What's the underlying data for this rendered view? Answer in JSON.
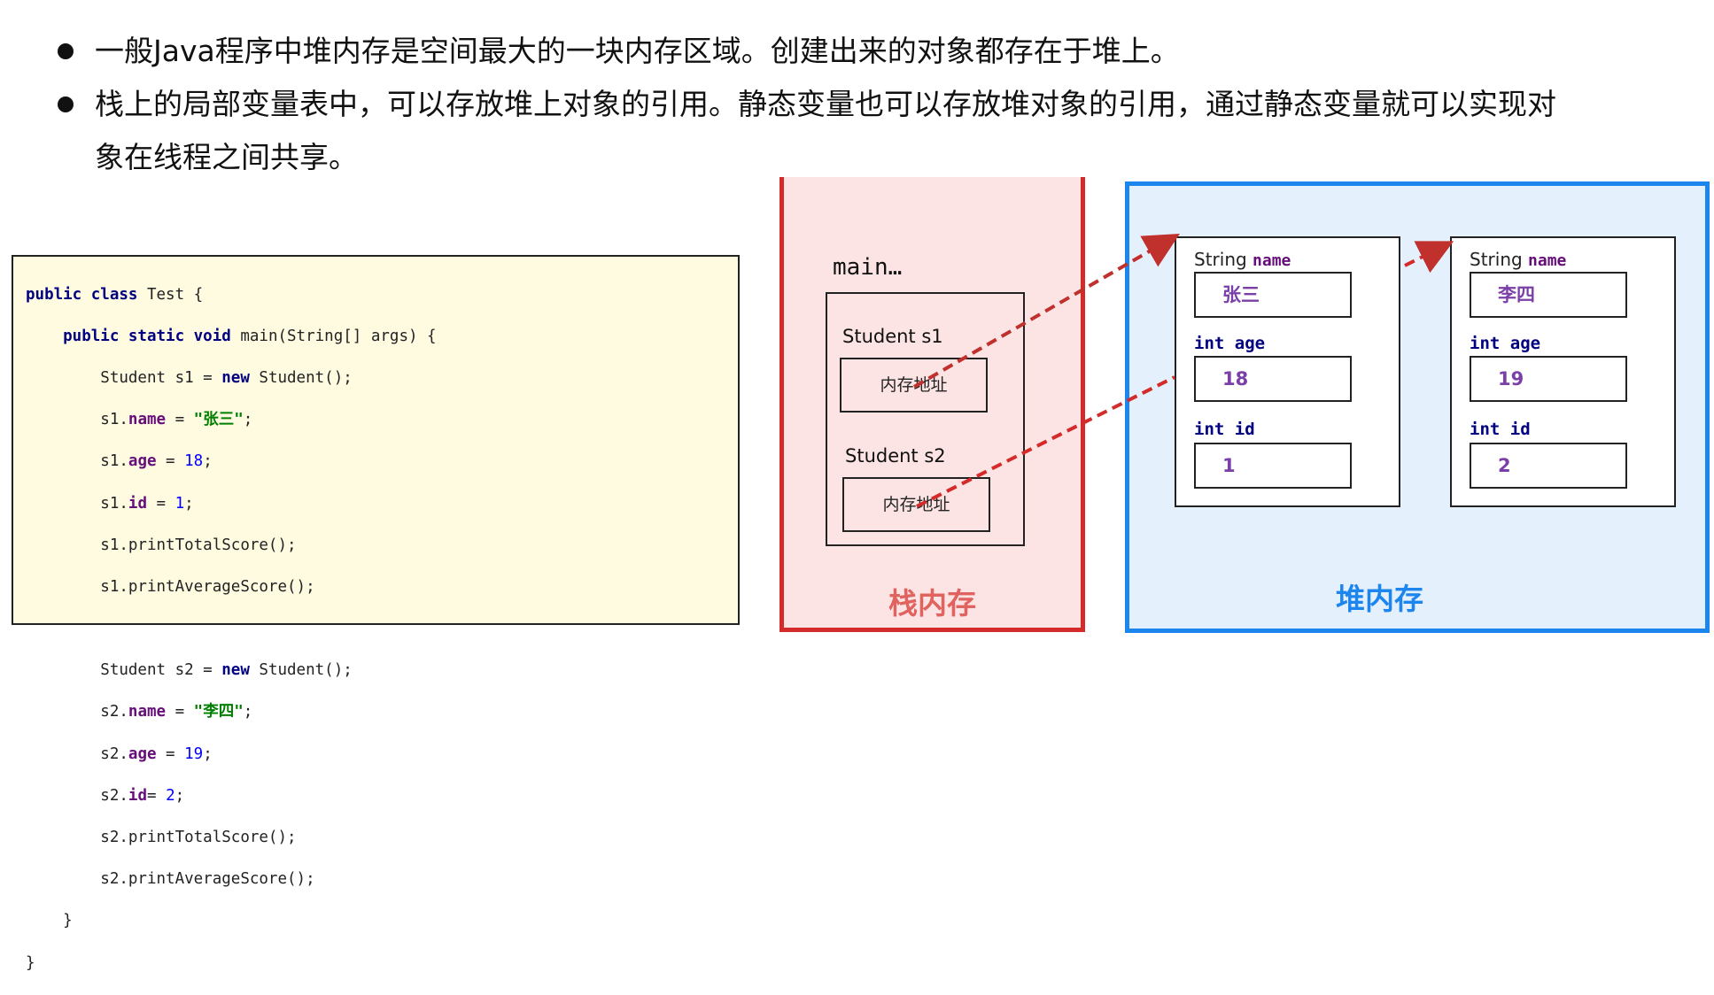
{
  "bullets": [
    "一般Java程序中堆内存是空间最大的一块内存区域。创建出来的对象都存在于堆上。",
    "栈上的局部变量表中，可以存放堆上对象的引用。静态变量也可以存放堆对象的引用，通过静态变量就可以实现对象在线程之间共享。"
  ],
  "code": {
    "l1_kw": "public class",
    "l1_rest": " Test {",
    "l2_kw": "    public static void",
    "l2_rest": " main(String[] args) {",
    "l3_a": "        Student s1 = ",
    "l3_kw": "new",
    "l3_b": " Student();",
    "l4_a": "        s1.",
    "l4_f": "name",
    "l4_b": " = ",
    "l4_s": "\"张三\"",
    "l4_c": ";",
    "l5_a": "        s1.",
    "l5_f": "age",
    "l5_b": " = ",
    "l5_n": "18",
    "l5_c": ";",
    "l6_a": "        s1.",
    "l6_f": "id",
    "l6_b": " = ",
    "l6_n": "1",
    "l6_c": ";",
    "l7": "        s1.printTotalScore();",
    "l8": "        s1.printAverageScore();",
    "l10_a": "        Student s2 = ",
    "l10_kw": "new",
    "l10_b": " Student();",
    "l11_a": "        s2.",
    "l11_f": "name",
    "l11_b": " = ",
    "l11_s": "\"李四\"",
    "l11_c": ";",
    "l12_a": "        s2.",
    "l12_f": "age",
    "l12_b": " = ",
    "l12_n": "19",
    "l12_c": ";",
    "l13_a": "        s2.",
    "l13_f": "id",
    "l13_b": "= ",
    "l13_n": "2",
    "l13_c": ";",
    "l14": "        s2.printTotalScore();",
    "l15": "        s2.printAverageScore();",
    "l16": "    }",
    "l17": "}"
  },
  "stack": {
    "title": "栈内存",
    "frame_label": "main…",
    "var1_label": "Student  s1",
    "var1_value": "内存地址",
    "var2_label": "Student  s2",
    "var2_value": "内存地址"
  },
  "heap": {
    "title": "堆内存",
    "objects": [
      {
        "name_type": "String ",
        "name_field": "name",
        "name_value": "张三",
        "age_label": "int age",
        "age_value": "18",
        "id_label": "int id",
        "id_value": "1"
      },
      {
        "name_type": "String ",
        "name_field": "name",
        "name_value": "李四",
        "age_label": "int age",
        "age_value": "19",
        "id_label": "int id",
        "id_value": "2"
      }
    ]
  },
  "colors": {
    "stack_border": "#d42a2a",
    "stack_fill": "#fde4e4",
    "heap_border": "#1c86ee",
    "heap_fill": "#e4f0fc",
    "arrow": "#c0302c",
    "code_bg": "#fffbe1"
  }
}
